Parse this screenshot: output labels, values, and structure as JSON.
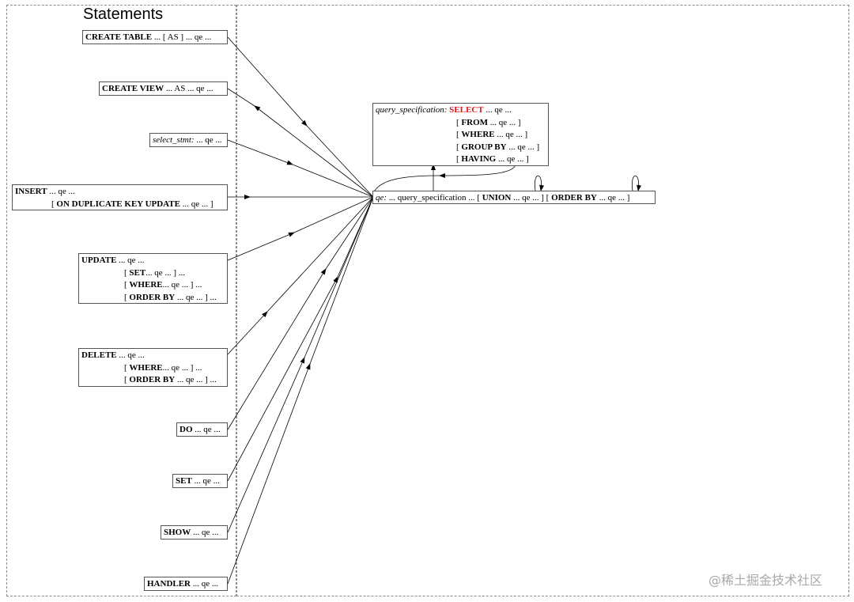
{
  "panel_title": "Statements",
  "watermark": "@稀土掘金技术社区",
  "statements": {
    "create_table": {
      "kw1": "CREATE TABLE",
      "t1": " ... [ AS ]   ... qe ..."
    },
    "create_view": {
      "kw1": "CREATE VIEW",
      "t1": " ... AS   ... qe ..."
    },
    "select_stmt": {
      "it": "select_stmt:",
      "t1": " ... qe ..."
    },
    "insert": {
      "kw1": "INSERT",
      "t1": " ... qe ...",
      "l2a": "[ ",
      "kw2": "ON DUPLICATE KEY UPDATE",
      "l2b": "  ... qe ... ]"
    },
    "update": {
      "kw1": "UPDATE",
      "t1": "   ... qe ...",
      "l2a": "[ ",
      "kw2": "SET",
      "l2b": "... qe ... ] ...",
      "l3a": "[   ",
      "kw3": "WHERE",
      "l3b": "... qe ... ] ...",
      "l4a": "[ ",
      "kw4": "ORDER BY",
      "l4b": " ... qe ... ] ..."
    },
    "delete": {
      "kw1": "DELETE",
      "t1": "   ... qe ...",
      "l2a": "[   ",
      "kw2": "WHERE",
      "l2b": "... qe ... ] ...",
      "l3a": "[ ",
      "kw3": "ORDER BY",
      "l3b": " ... qe ... ] ..."
    },
    "do": {
      "kw1": "DO",
      "t1": "   ... qe ..."
    },
    "set": {
      "kw1": "SET",
      "t1": "   ... qe ..."
    },
    "show": {
      "kw1": "SHOW",
      "t1": "   ... qe ..."
    },
    "handler": {
      "kw1": "HANDLER",
      "t1": "   ... qe ..."
    }
  },
  "query_spec": {
    "it": "query_specification:",
    "kw0": "SELECT",
    "t0": " ... qe ...",
    "l1a": "[ ",
    "kw1": "FROM",
    "l1b": " ... qe ... ]",
    "l2a": "[ ",
    "kw2": "WHERE",
    "l2b": " ... qe ... ]",
    "l3a": "[ ",
    "kw3": "GROUP BY",
    "l3b": " ... qe ... ]",
    "l4a": "[ ",
    "kw4": "HAVING",
    "l4b": " ... qe ... ]"
  },
  "qe": {
    "it": "qe:",
    "t1": " ... query_specification ... [ ",
    "kw1": "UNION",
    "t2": "   ... qe ... ] [ ",
    "kw2": "ORDER BY",
    "t3": "   ... qe ... ]"
  }
}
